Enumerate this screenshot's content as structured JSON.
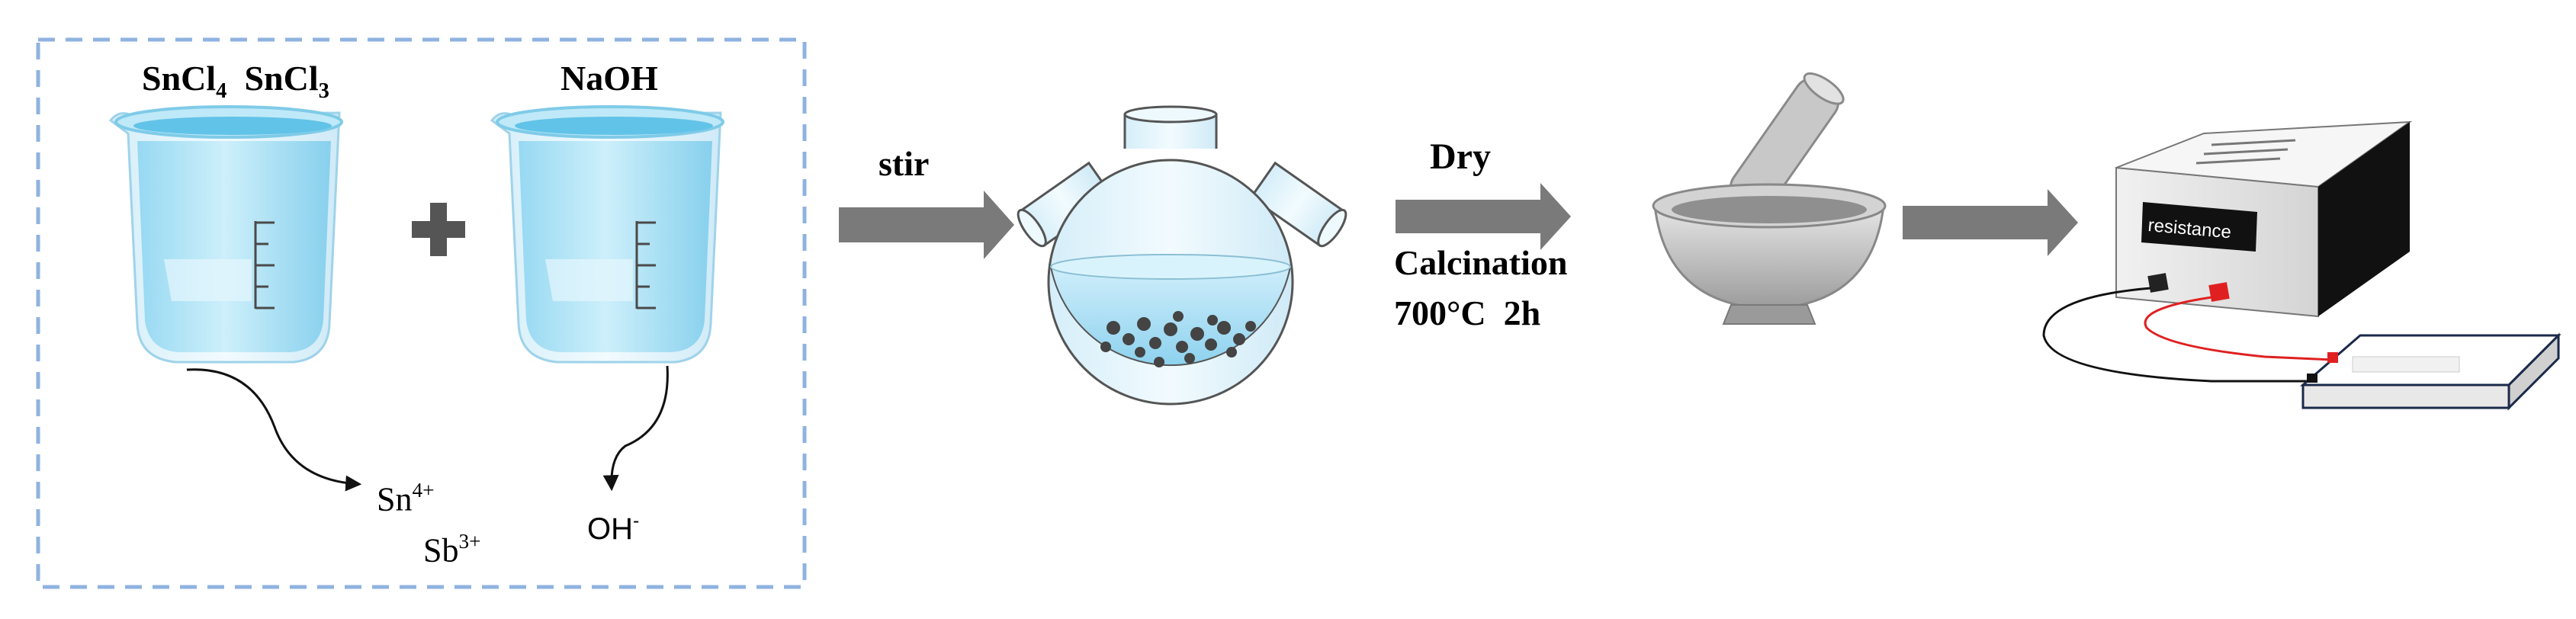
{
  "reagents": {
    "beaker1": {
      "formula_a": "SnCl",
      "sub_a": "4",
      "formula_b": "SnCl",
      "sub_b": "3"
    },
    "beaker2": {
      "formula": "NaOH"
    },
    "ion_sn": {
      "symbol": "Sn",
      "charge": "4+"
    },
    "ion_sb": {
      "symbol": "Sb",
      "charge": "3+"
    },
    "ion_oh": {
      "symbol": "OH",
      "charge": "-"
    }
  },
  "steps": {
    "stir": "stir",
    "dry": "Dry",
    "calcination": "Calcination",
    "conditions": "700°C  2h"
  },
  "device": {
    "screen_label": "resistance"
  },
  "colors": {
    "dashed_box": "#8fb3e0",
    "arrow": "#7a7a7a",
    "liquid": "#a9dcf3",
    "liquid_dark": "#6ec7ea",
    "glass": "#dff3fb",
    "red_lead": "#e02020"
  }
}
